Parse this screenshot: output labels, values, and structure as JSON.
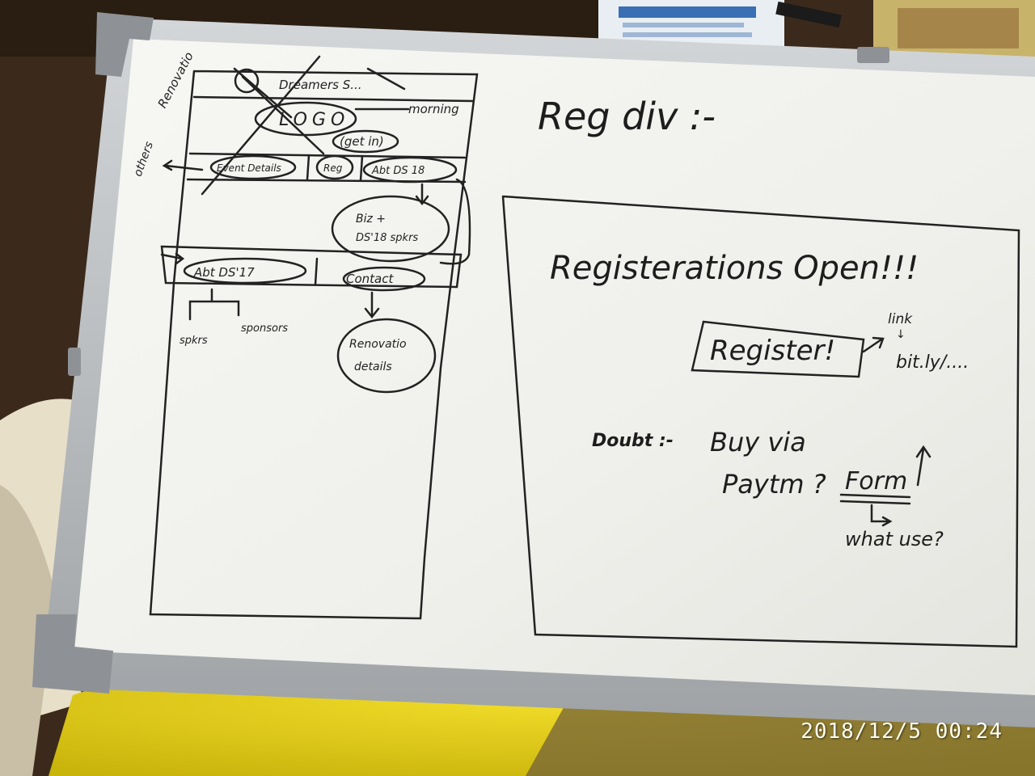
{
  "wireframe": {
    "renovation_label": "Renovatio",
    "header_logo": "Dreamers S...",
    "logo_text": "LOGO",
    "morning_note": "morning",
    "getin_note": "(get in)",
    "others_note": "others",
    "nav_items": [
      "Event Details",
      "Reg",
      "Abt DS 18"
    ],
    "biz_note": [
      "Biz +",
      "DS'18 spkrs"
    ],
    "bottom_nav": [
      "Abt DS'17",
      "Contact"
    ],
    "speakers_note": "spkrs",
    "sponsors_note": "sponsors",
    "renovation_details": [
      "Renovatio",
      "details"
    ]
  },
  "reg_div": {
    "heading": "Reg div :-",
    "title": "Registerations Open!!!",
    "button_label": "Register!",
    "link_note": "link",
    "link_arrow": "↓",
    "link_target": "bit.ly/....",
    "doubt_label": "Doubt :-",
    "doubt_text_line1": "Buy via",
    "doubt_text_line2": "Paytm ?",
    "form_label": "Form",
    "what_use": "what use?"
  },
  "photo_timestamp": "2018/12/5  00:24",
  "colors": {
    "board": "#f4f4f0",
    "frame": "#b9bcbf",
    "marker": "#222222",
    "shirt": "#e7d21a"
  }
}
